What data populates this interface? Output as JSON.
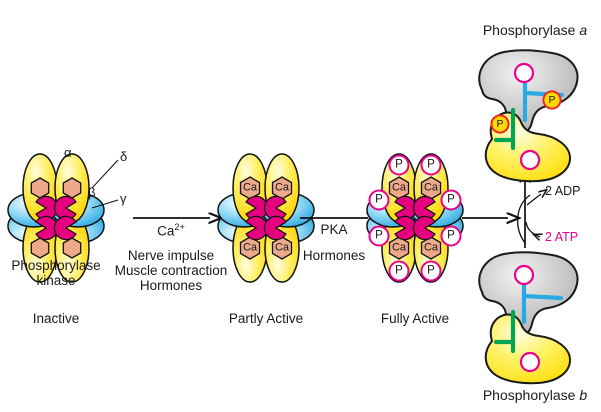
{
  "diagram": {
    "title_top_right": "Phosphorylase a",
    "title_bottom_right": "Phosphorylase b"
  },
  "colors": {
    "alpha_subunit": "#ffd500",
    "beta_subunit": "#29abe2",
    "gamma_subunit": "#e4007f",
    "delta_subunit": "#e9a07c",
    "phosphate_outline": "#ec008c",
    "phosphorylase_a_phosphate": "#ffd900",
    "phosphorylase_a_phosphate_outline": "#e8262b",
    "gray_subunit": "#bfbfbf",
    "yellow_subunit": "#ffe600",
    "blue_tail": "#29abe2",
    "green_tail": "#00a651",
    "atp_text": "#ec008c",
    "adp_text": "#1a1a1a"
  },
  "complexes": [
    {
      "id": "inactive",
      "name_line1": "Phosphorylase",
      "name_line2": "kinase",
      "state": "Inactive",
      "subunit_labels": {
        "alpha": "α",
        "beta": "β",
        "gamma": "γ",
        "delta": "δ"
      },
      "calcium_label": "",
      "phosphate_label": "",
      "has_calcium": false,
      "has_phosphate": false
    },
    {
      "id": "partly-active",
      "state": "Partly Active",
      "calcium_label": "Ca",
      "phosphate_label": "",
      "has_calcium": true,
      "has_phosphate": false
    },
    {
      "id": "fully-active",
      "state": "Fully Active",
      "calcium_label": "Ca",
      "phosphate_label": "P",
      "has_calcium": true,
      "has_phosphate": true
    }
  ],
  "arrows": [
    {
      "id": "arrow-calcium",
      "above": "Ca",
      "above_sup": "2+",
      "below_line1": "Nerve impulse",
      "below_line2": "Muscle contraction",
      "below_line3": "Hormones"
    },
    {
      "id": "arrow-pka",
      "above": "PKA",
      "below_line1": "Hormones",
      "below_line2": "",
      "below_line3": ""
    },
    {
      "id": "arrow-to-phosphorylase",
      "above": "",
      "below_line1": ""
    }
  ],
  "conversion": {
    "products": "2 ADP",
    "substrate": "2 ATP"
  },
  "phosphorylase_a": {
    "label": "Phosphorylase ",
    "italic": "a",
    "phosphate_label": "P"
  },
  "phosphorylase_b": {
    "label": "Phosphorylase ",
    "italic": "b",
    "phosphate_label": ""
  }
}
